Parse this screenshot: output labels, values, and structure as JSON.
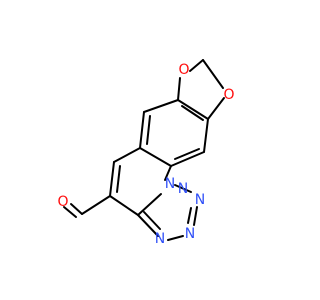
{
  "colors": {
    "bond": "#000000",
    "oxygen": "#ff0d0d",
    "nitrogen": "#3050f8",
    "background": "#ffffff"
  },
  "atoms": {
    "o_top": "O",
    "o_right": "O",
    "o_aldehyde": "O",
    "n_bridge": "N",
    "n_tz1": "N",
    "n_tz2": "N",
    "n_tz3": "N",
    "n_tz4": "N"
  }
}
